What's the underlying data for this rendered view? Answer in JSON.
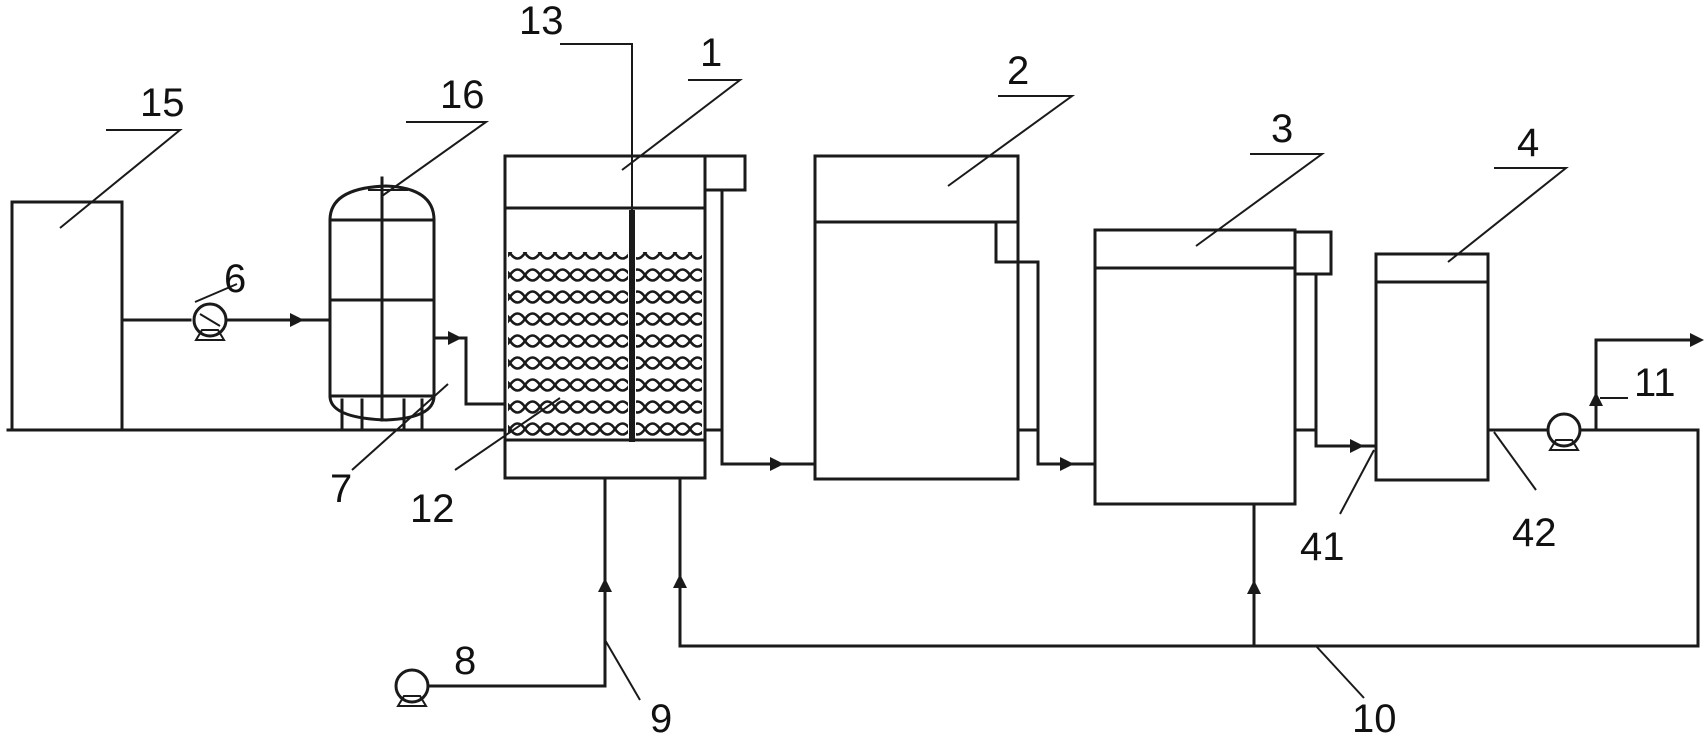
{
  "labels": {
    "n1": "1",
    "n2": "2",
    "n3": "3",
    "n4": "4",
    "n6": "6",
    "n7": "7",
    "n8": "8",
    "n9": "9",
    "n10": "10",
    "n11": "11",
    "n12": "12",
    "n13": "13",
    "n15": "15",
    "n16": "16",
    "n41": "41",
    "n42": "42"
  }
}
